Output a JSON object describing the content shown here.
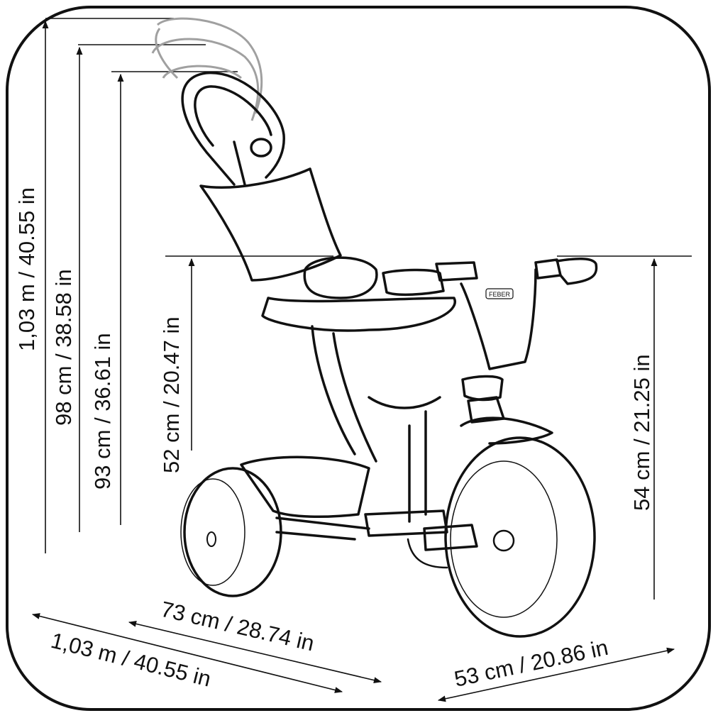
{
  "diagram": {
    "subject": "Children's tricycle with parent push handle",
    "brand_mark": "FEBER",
    "dimensions": {
      "max_height_handle": "1,03 m / 40.55 in",
      "mid_height_handle": "98 cm / 38.58 in",
      "min_height_handle": "93 cm / 36.61 in",
      "seat_back_height": "52 cm / 20.47 in",
      "handlebar_height": "54 cm / 21.25 in",
      "length_with_handle": "1,03 m / 40.55 in",
      "length_without_handle": "73 cm / 28.74 in",
      "width": "53 cm / 20.86 in"
    }
  },
  "colors": {
    "line": "#111111",
    "ghost_line": "#a0a0a0",
    "background": "#ffffff"
  }
}
